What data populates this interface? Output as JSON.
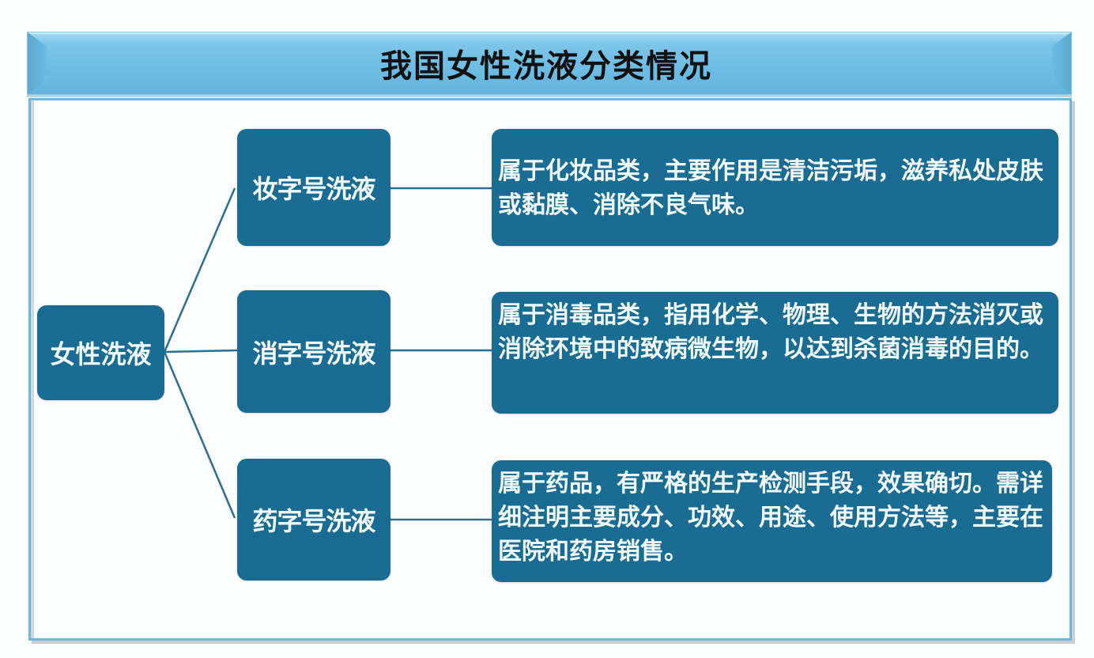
{
  "title": "我国女性洗液分类情况",
  "colors": {
    "node_fill": "#1b6c92",
    "node_text": "#f2fbff",
    "title_bar": "#6dbce3",
    "panel_border": "#6ab7e0",
    "connector": "#2a6f93"
  },
  "root": {
    "label": "女性洗液"
  },
  "categories": [
    {
      "label": "妆字号洗液",
      "description": "属于化妆品类，主要作用是清洁污垢，滋养私处皮肤或黏膜、消除不良气味。"
    },
    {
      "label": "消字号洗液",
      "description": "属于消毒品类，指用化学、物理、生物的方法消灭或消除环境中的致病微生物，以达到杀菌消毒的目的。"
    },
    {
      "label": "药字号洗液",
      "description": "属于药品，有严格的生产检测手段，效果确切。需详细注明主要成分、功效、用途、使用方法等，主要在医院和药房销售。"
    }
  ]
}
